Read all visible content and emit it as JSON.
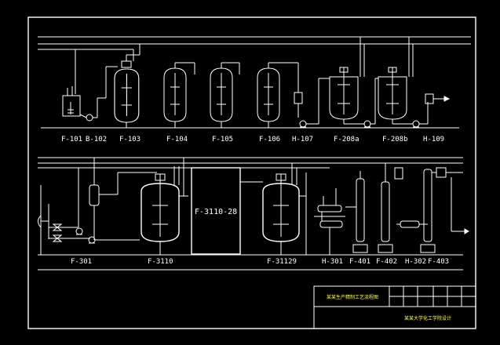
{
  "colors": {
    "background": "#000000",
    "line": "#ffffff",
    "annotation": "#ffff66"
  },
  "top_row": {
    "labels": [
      "F-101",
      "B-102",
      "F-103",
      "F-104",
      "F-105",
      "F-106",
      "H-107",
      "F-208a",
      "F-208b",
      "H-109"
    ]
  },
  "bottom_row": {
    "labels": [
      "F-301",
      "F-3110",
      "F-31129",
      "H-301",
      "F-401",
      "F-402",
      "H-302",
      "F-403"
    ],
    "center_label": "F-3110-28"
  },
  "title_block": {
    "left_text": "某某生产精制工艺流程图",
    "right_text": "某某大学化工学院设计"
  }
}
